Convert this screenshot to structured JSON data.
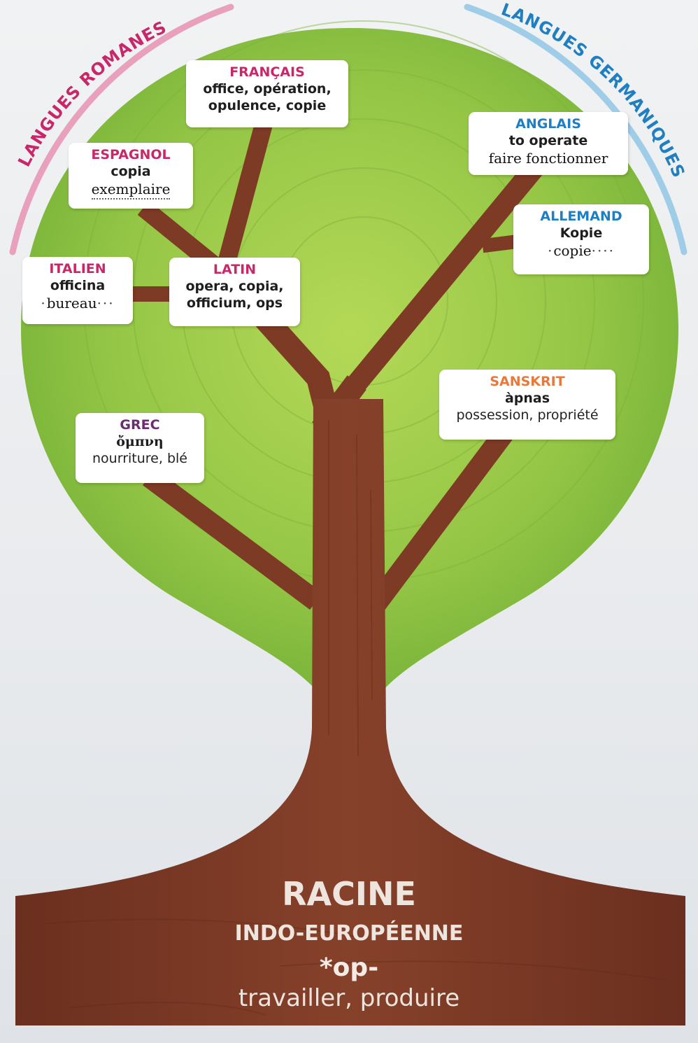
{
  "arcs": {
    "romance_label": "LANGUES ROMANES",
    "germanic_label": "LANGUES GERMANIQUES"
  },
  "colors": {
    "romance": "#c8286a",
    "germanic": "#1f7fc0",
    "sanskrit": "#e8793a",
    "greek": "#6b2c72",
    "leaf": "#8cc63f",
    "trunk": "#7a3a26"
  },
  "languages": {
    "francais": {
      "name": "FRANÇAIS",
      "words": [
        "office, opération,",
        "opulence, copie"
      ]
    },
    "espagnol": {
      "name": "ESPAGNOL",
      "word": "copia",
      "meaning": "exemplaire"
    },
    "italien": {
      "name": "ITALIEN",
      "word": "officina",
      "meaning": "bureau"
    },
    "latin": {
      "name": "LATIN",
      "words": [
        "opera, copia,",
        "officium, ops"
      ]
    },
    "grec": {
      "name": "GREC",
      "word": "ὄμπνη",
      "meaning": "nourriture, blé"
    },
    "anglais": {
      "name": "ANGLAIS",
      "word": "to operate",
      "meaning": "faire fonctionner"
    },
    "allemand": {
      "name": "ALLEMAND",
      "word": "Kopie",
      "meaning": "copie"
    },
    "sanskrit": {
      "name": "SANSKRIT",
      "word": "àpnas",
      "meaning": "possession, propriété"
    }
  },
  "root": {
    "title": "RACINE",
    "subtitle": "INDO-EUROPÉENNE",
    "form": "*op-",
    "meaning": "travailler, produire"
  }
}
